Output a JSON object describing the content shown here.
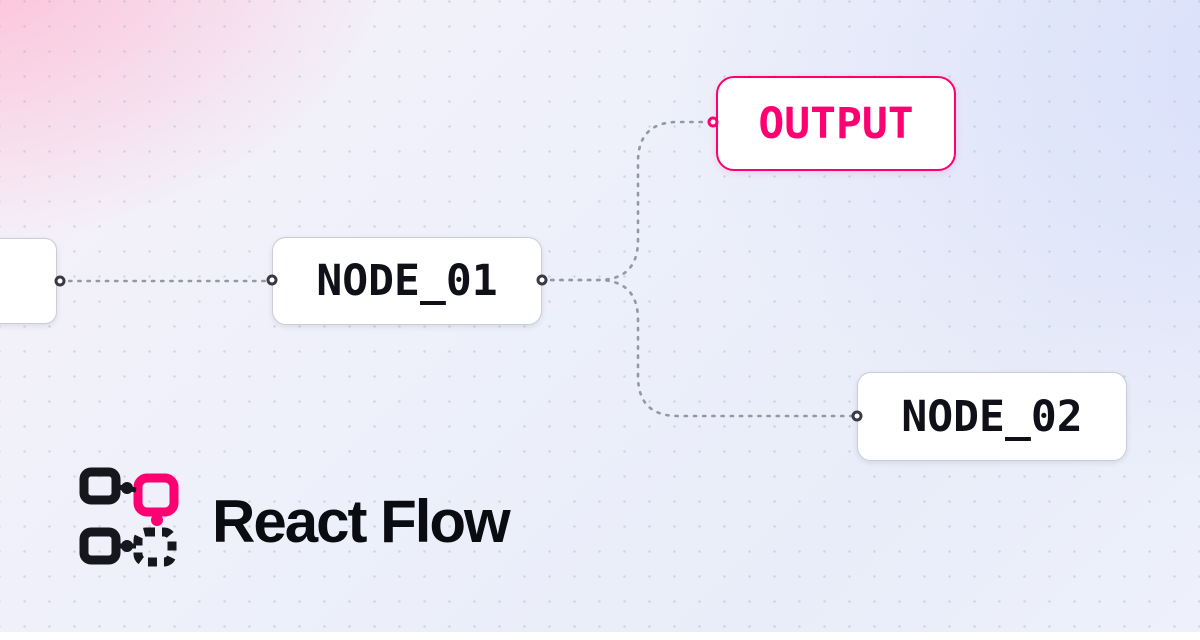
{
  "canvas": {
    "nodes": {
      "partial": {
        "label": ""
      },
      "node01": {
        "label": "NODE_01"
      },
      "output": {
        "label": "OUTPUT"
      },
      "node02": {
        "label": "NODE_02"
      }
    },
    "colors": {
      "accent_pink": "#ff0072",
      "edge_gray": "#9298a4",
      "node_border": "#c9cdd8",
      "text_dark": "#101018"
    },
    "icons": {
      "handle": "connection-handle-circle",
      "grid": "dot-grid-background"
    }
  },
  "logo": {
    "wordmark": "React Flow",
    "icon": "react-flow-logo-icon"
  }
}
